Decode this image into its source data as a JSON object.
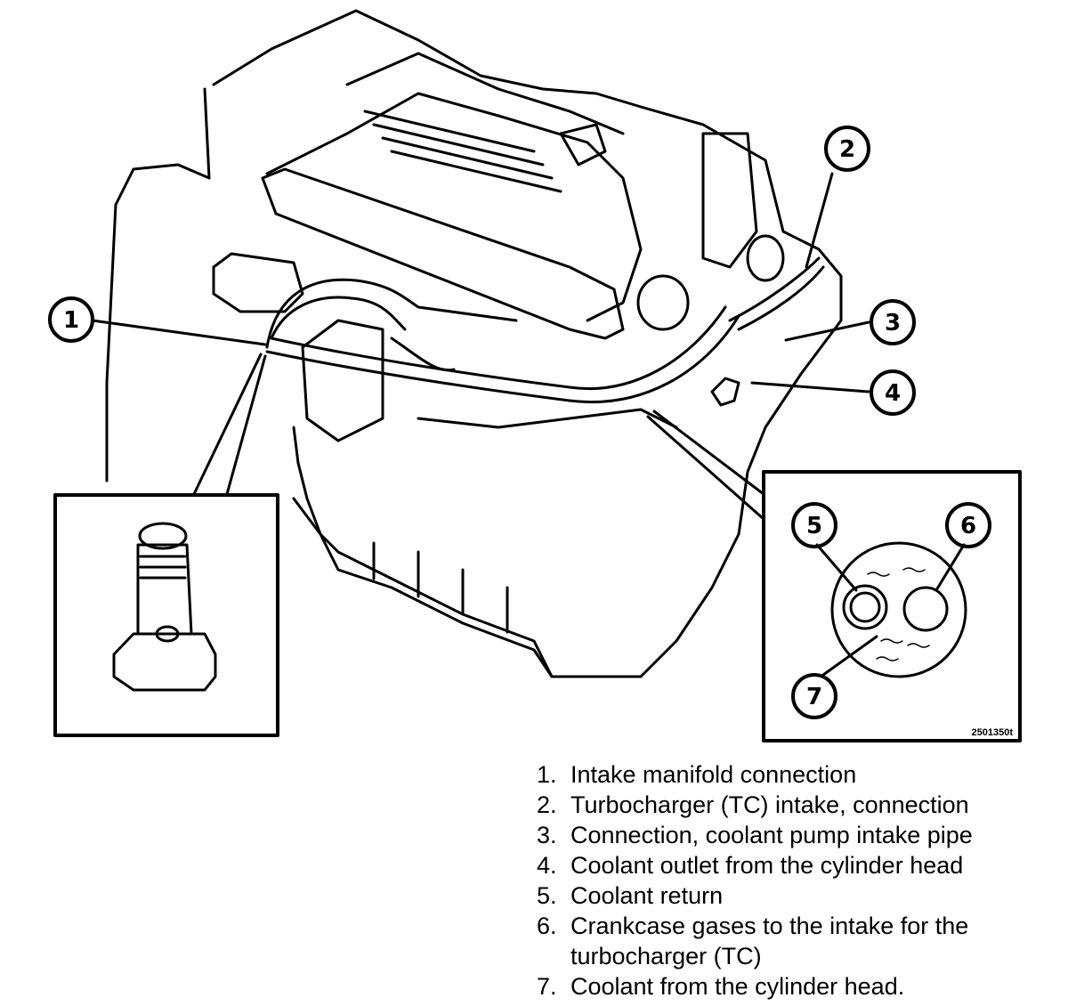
{
  "figure_code": "2501350t",
  "callouts": [
    "1",
    "2",
    "3",
    "4",
    "5",
    "6",
    "7"
  ],
  "legend": [
    {
      "num": "1.",
      "text": "Intake manifold connection"
    },
    {
      "num": "2.",
      "text": "Turbocharger (TC) intake, connection"
    },
    {
      "num": "3.",
      "text": "Connection, coolant pump intake pipe"
    },
    {
      "num": "4.",
      "text": "Coolant outlet from the cylinder head"
    },
    {
      "num": "5.",
      "text": "Coolant return"
    },
    {
      "num": "6.",
      "text": "Crankcase gases to the intake for the turbocharger (TC)"
    },
    {
      "num": "7.",
      "text": "Coolant from the cylinder head."
    }
  ]
}
